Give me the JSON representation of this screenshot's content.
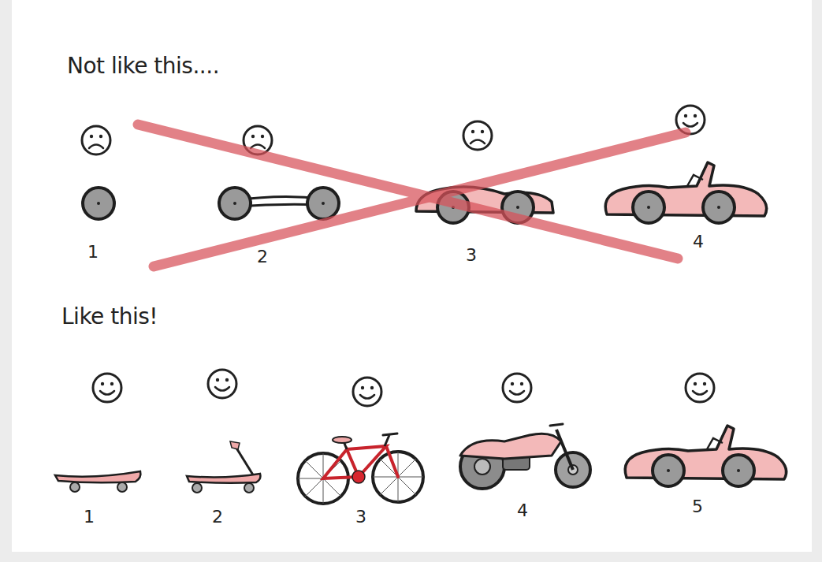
{
  "diagram": {
    "labels": [
      "Not like this....",
      "1",
      "2",
      "3",
      "4",
      "Like this!",
      "1",
      "2",
      "3",
      "4",
      "5"
    ]
  }
}
